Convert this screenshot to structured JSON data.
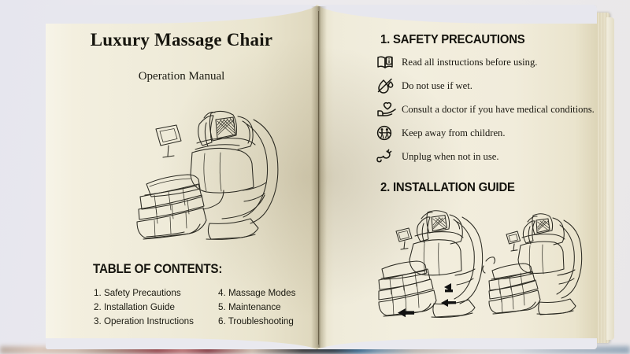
{
  "book": {
    "left_page": {
      "title": "Luxury Massage Chair",
      "subtitle": "Operation Manual",
      "illustration": "massage-chair-line-drawing",
      "toc": {
        "heading": "TABLE OF CONTENTS:",
        "column_1": [
          "1. Safety Precautions",
          "2. Installation Guide",
          "3. Operation Instructions"
        ],
        "column_2": [
          "4. Massage Modes",
          "5. Maintenance",
          "6. Troubleshooting"
        ]
      }
    },
    "right_page": {
      "section_1": {
        "heading": "1. SAFETY PRECAUTIONS",
        "items": [
          {
            "icon": "open-book-info-icon",
            "text": "Read all instructions before using."
          },
          {
            "icon": "no-water-droplet-icon",
            "text": "Do not use if wet."
          },
          {
            "icon": "hand-heart-icon",
            "text": "Consult a doctor if you have medical conditions."
          },
          {
            "icon": "children-warning-icon",
            "text": "Keep away from children."
          },
          {
            "icon": "power-plug-icon",
            "text": "Unplug when not in use."
          }
        ]
      },
      "section_2": {
        "heading": "2. INSTALLATION GUIDE",
        "figures": [
          "massage-chair-reclined-with-arrows",
          "massage-chair-upright"
        ]
      }
    }
  },
  "colors": {
    "paper": "#f1ecdb",
    "paper_edge": "#ded7bd",
    "ink": "#17160f",
    "line_art": "#2b2a22",
    "background": "#e9e9ef"
  }
}
